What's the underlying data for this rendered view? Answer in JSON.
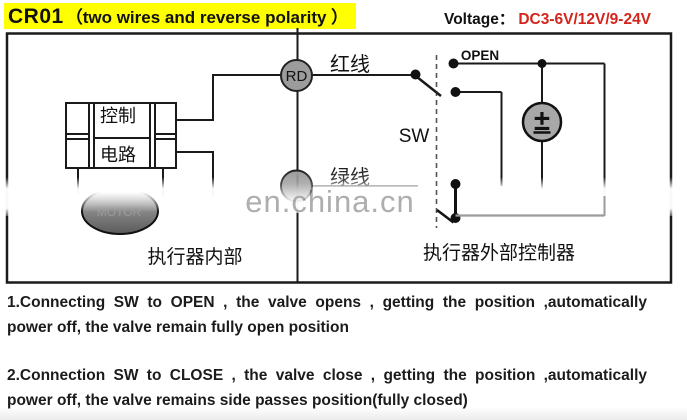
{
  "header": {
    "title_model": "CR01",
    "title_rest": "（two wires and reverse polarity ）",
    "voltage_label": "Voltage：",
    "voltage_value": "DC3-6V/12V/9-24V"
  },
  "diagram": {
    "control_box_line1": "控制",
    "control_box_line2": "电路",
    "motor_label": "MOTOR",
    "red_terminal_label": "RD",
    "red_wire_label": "红线",
    "green_wire_label": "绿线",
    "switch_label": "SW",
    "open_label": "OPEN",
    "battery_symbol": "±",
    "internal_label": "执行器内部",
    "external_label": "执行器外部控制器",
    "watermark": "en.china.cn"
  },
  "notes": {
    "note1_line1": "1.Connecting SW to OPEN  , the valve opens , getting the position ,automatically",
    "note1_line2": "power off, the valve remain fully open position",
    "note2_line1": "2.Connection SW to CLOSE  , the valve close , getting the position ,automatically",
    "note2_line2": "power off, the valve remains side passes position(fully closed)"
  },
  "colors": {
    "title_highlight": "#ffff00",
    "voltage_red": "#d3251c",
    "terminal_fill": "#9c9c9c",
    "battery_fill": "#a8a8a8",
    "watermark_gray": "#a6a6a6"
  }
}
